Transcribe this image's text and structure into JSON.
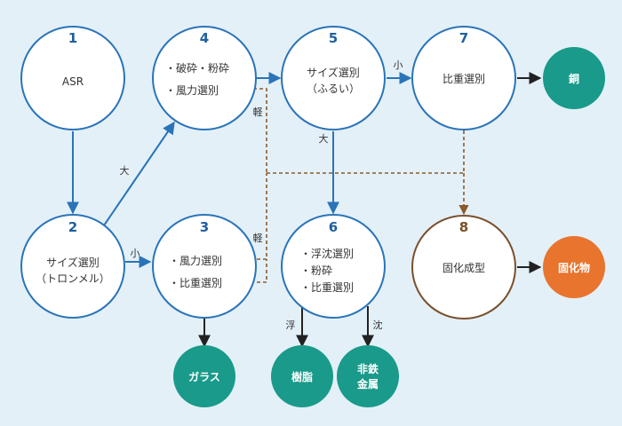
{
  "colors": {
    "background": "#e3f0f8",
    "node_border_blue": "#2a74b8",
    "node_border_brown": "#7a4f2a",
    "arrow_blue": "#2a74b8",
    "arrow_dashed_brown": "#8a5a2b",
    "output_teal": "#1a9a8a",
    "output_orange": "#e8742e"
  },
  "nodes": {
    "n1": {
      "num": "1",
      "lines": [
        "ASR"
      ]
    },
    "n2": {
      "num": "2",
      "lines": [
        "サイズ選別",
        "（トロンメル）"
      ]
    },
    "n3": {
      "num": "3",
      "lines": [
        "・風力選別",
        "・比重選別"
      ]
    },
    "n4": {
      "num": "4",
      "lines": [
        "・破砕・粉砕",
        "・風力選別"
      ]
    },
    "n5": {
      "num": "5",
      "lines": [
        "サイズ選別",
        "（ふるい）"
      ]
    },
    "n6": {
      "num": "6",
      "lines": [
        "・浮沈選別",
        "・粉砕",
        "・比重選別"
      ]
    },
    "n7": {
      "num": "7",
      "lines": [
        "比重選別"
      ]
    },
    "n8": {
      "num": "8",
      "lines": [
        "固化成型"
      ]
    }
  },
  "outputs": {
    "copper": {
      "lines": [
        "銅"
      ]
    },
    "glass": {
      "lines": [
        "ガラス"
      ]
    },
    "resin": {
      "lines": [
        "樹脂"
      ]
    },
    "nonferrous": {
      "lines": [
        "非鉄",
        "金属"
      ]
    },
    "solidified": {
      "lines": [
        "固化物"
      ]
    }
  },
  "edge_labels": {
    "large_2_4": "大",
    "small_2_3": "小",
    "small_5_7": "小",
    "large_5_6": "大",
    "light_4": "軽",
    "light_3": "軽",
    "float_6": "浮",
    "sink_6": "沈"
  }
}
